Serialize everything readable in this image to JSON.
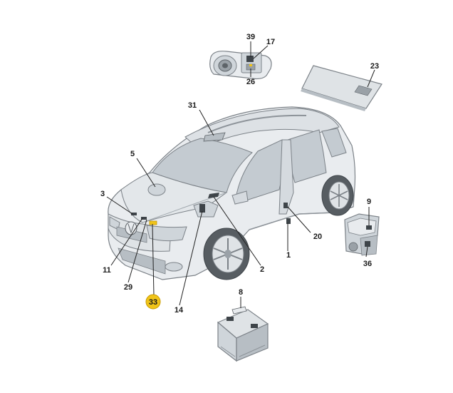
{
  "callouts": [
    {
      "id": "c39",
      "text": "39",
      "highlight": false
    },
    {
      "id": "c17",
      "text": "17",
      "highlight": false
    },
    {
      "id": "c26",
      "text": "26",
      "highlight": false
    },
    {
      "id": "c23",
      "text": "23",
      "highlight": false
    },
    {
      "id": "c31",
      "text": "31",
      "highlight": false
    },
    {
      "id": "c5",
      "text": "5",
      "highlight": false
    },
    {
      "id": "c3",
      "text": "3",
      "highlight": false
    },
    {
      "id": "c9",
      "text": "9",
      "highlight": false
    },
    {
      "id": "c20",
      "text": "20",
      "highlight": false
    },
    {
      "id": "c1",
      "text": "1",
      "highlight": false
    },
    {
      "id": "c36",
      "text": "36",
      "highlight": false
    },
    {
      "id": "c11",
      "text": "11",
      "highlight": false
    },
    {
      "id": "c29",
      "text": "29",
      "highlight": false
    },
    {
      "id": "c33",
      "text": "33",
      "highlight": true
    },
    {
      "id": "c14",
      "text": "14",
      "highlight": false
    },
    {
      "id": "c2",
      "text": "2",
      "highlight": false
    },
    {
      "id": "c8",
      "text": "8",
      "highlight": false
    }
  ],
  "colors": {
    "highlight_fill": "#f0c419",
    "highlight_stroke": "#c99a00",
    "label_marker": "#f0c419"
  }
}
